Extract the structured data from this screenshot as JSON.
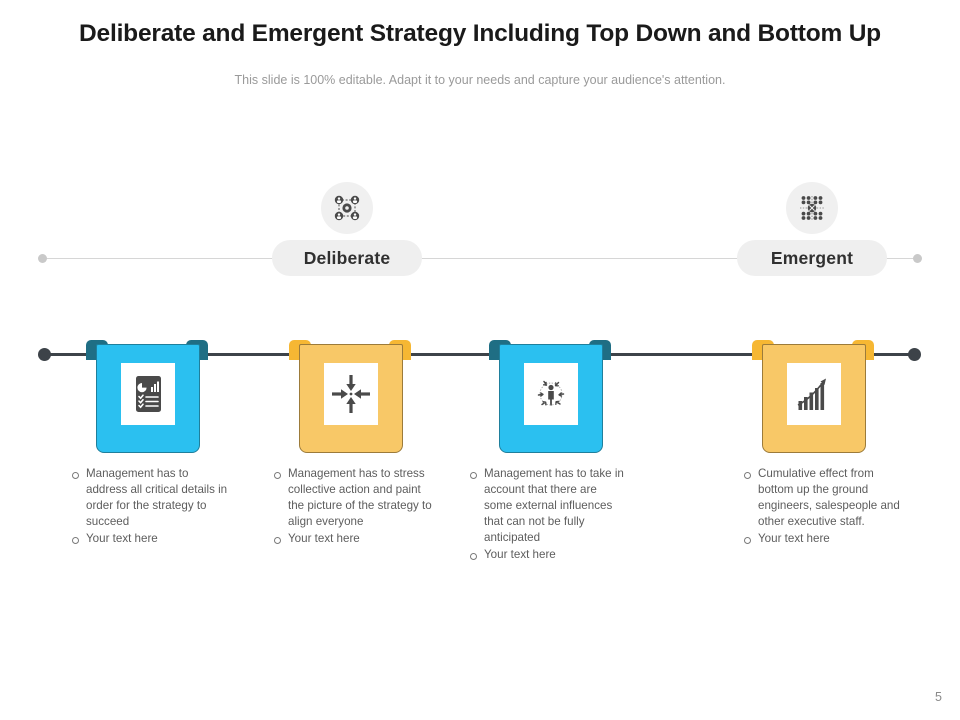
{
  "header": {
    "title": "Deliberate and Emergent Strategy Including Top Down and Bottom Up",
    "subtitle": "This slide is 100% editable. Adapt it to your needs and capture your audience's attention."
  },
  "categories": [
    {
      "label": "Deliberate",
      "icon": "team-network-icon"
    },
    {
      "label": "Emergent",
      "icon": "distributed-network-icon"
    }
  ],
  "banners": [
    {
      "icon": "report-analytics-icon",
      "color": "#2bc0f0",
      "tab_color": "#1f6e84",
      "bullets": [
        "Management has to address all critical details in order for the strategy to succeed",
        "Your text here"
      ]
    },
    {
      "icon": "converging-arrows-icon",
      "color": "#f8c867",
      "tab_color": "#f6b733",
      "bullets": [
        "Management has to stress collective action and paint the picture of the strategy to align everyone",
        "Your text here"
      ]
    },
    {
      "icon": "person-external-influences-icon",
      "color": "#2bc0f0",
      "tab_color": "#1f6e84",
      "bullets": [
        "Management has to take in account that there are some external influences that can not be fully anticipated",
        "Your text here"
      ]
    },
    {
      "icon": "growth-chart-icon",
      "color": "#f8c867",
      "tab_color": "#f6b733",
      "bullets": [
        "Cumulative effect from bottom up the ground engineers, salespeople and other executive staff.",
        "Your text here"
      ]
    }
  ],
  "footer": {
    "page_number": "5"
  }
}
